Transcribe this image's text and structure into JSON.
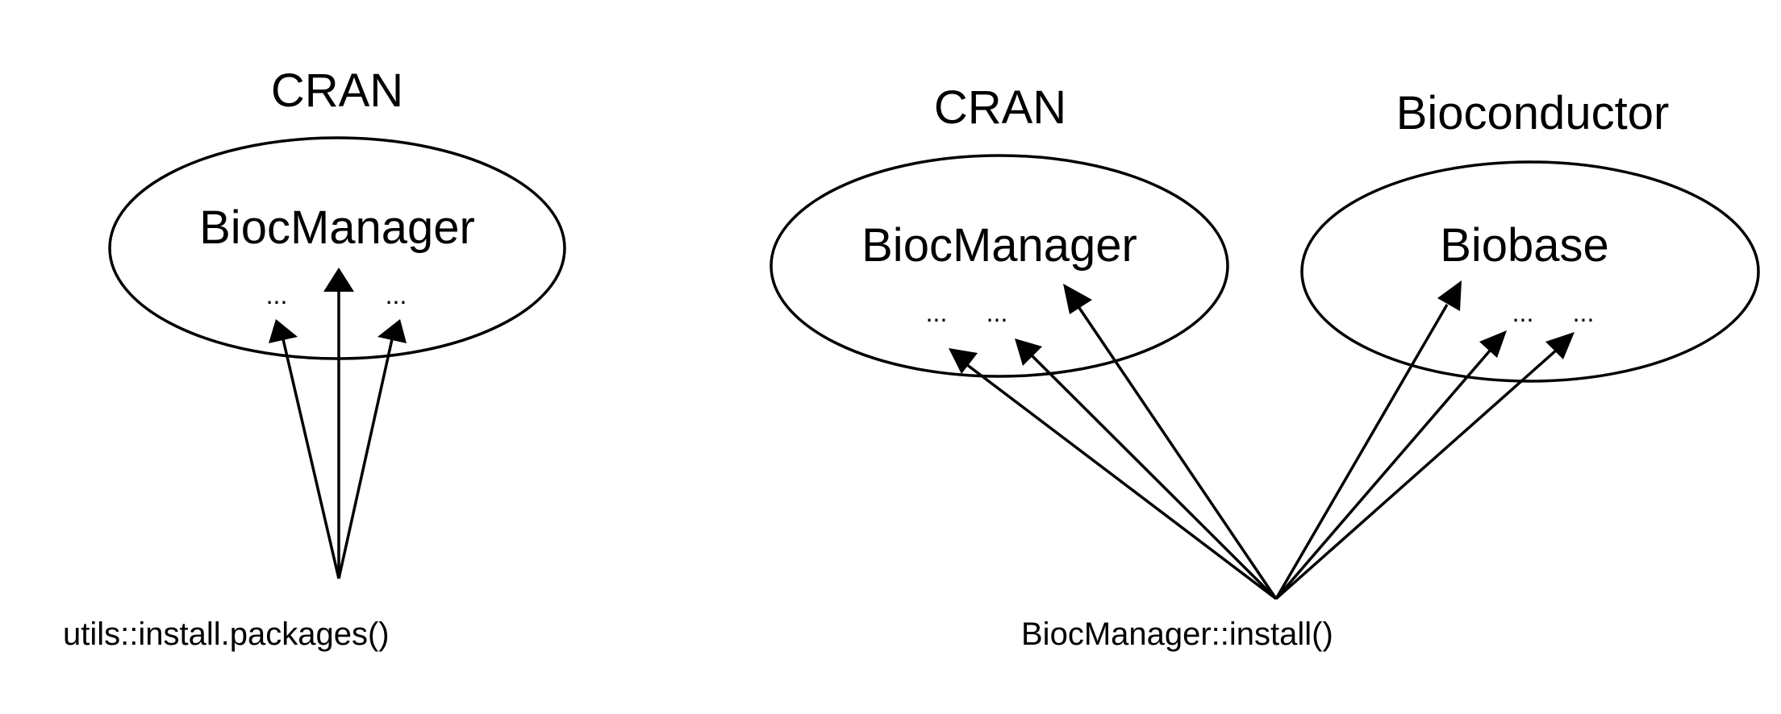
{
  "left_panel": {
    "repository": "CRAN",
    "package": "BiocManager",
    "placeholder_left": "...",
    "placeholder_right": "...",
    "install_call": "utils::install.packages()"
  },
  "right_panel": {
    "cran": {
      "repository": "CRAN",
      "package": "BiocManager",
      "placeholder_1": "...",
      "placeholder_2": "..."
    },
    "bioconductor": {
      "repository": "Bioconductor",
      "package": "Biobase",
      "placeholder_1": "...",
      "placeholder_2": "..."
    },
    "install_call": "BiocManager::install()"
  },
  "colors": {
    "stroke": "#000000",
    "background": "#ffffff"
  }
}
